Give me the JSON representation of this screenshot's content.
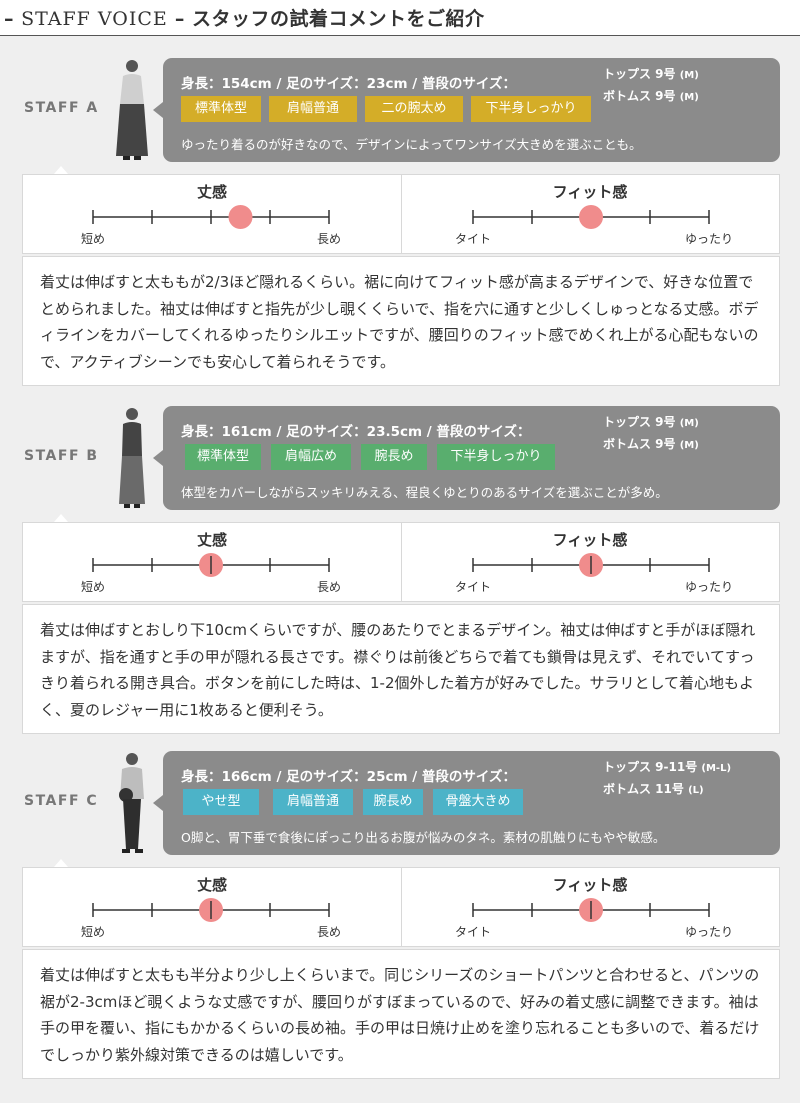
{
  "header": {
    "title_en": "STAFF VOICE",
    "title_ja": "スタッフの試着コメントをご紹介"
  },
  "colors": {
    "bubble": "#8b8b8b",
    "marker": "#f08c8c",
    "tag_a": "#d4ad28",
    "tag_b": "#59ae6e",
    "tag_c": "#4cb3c8"
  },
  "icons": {
    "avatar": "staff-photo-icon"
  },
  "staff": [
    {
      "label": "STAFF A",
      "profile": "身長：154cm / 足のサイズ：23cm / 普段のサイズ：",
      "size_tops": "トップス 9号",
      "size_tops_note": "(M)",
      "size_bottoms": "ボトムス 9号",
      "size_bottoms_note": "(M)",
      "tags": [
        "標準体型",
        "肩幅普通",
        "二の腕太め",
        "下半身しっかり"
      ],
      "note": "ゆったり着るのが好きなので、デザインによってワンサイズ大きめを選ぶことも。",
      "length": {
        "title": "丈感",
        "min_label": "短め",
        "max_label": "長め",
        "value": 0.625
      },
      "fit": {
        "title": "フィット感",
        "min_label": "タイト",
        "max_label": "ゆったり",
        "value": 0.5
      },
      "comment": "着丈は伸ばすと太ももが2/3ほど隠れるくらい。裾に向けてフィット感が高まるデザインで、好きな位置でとめられました。袖丈は伸ばすと指先が少し覗くくらいで、指を穴に通すと少しくしゅっとなる丈感。ボディラインをカバーしてくれるゆったりシルエットですが、腰回りのフィット感でめくれ上がる心配もないので、アクティブシーンでも安心して着られそうです。"
    },
    {
      "label": "STAFF B",
      "profile": "身長：161cm / 足のサイズ：23.5cm / 普段のサイズ：",
      "size_tops": "トップス 9号",
      "size_tops_note": "(M)",
      "size_bottoms": "ボトムス 9号",
      "size_bottoms_note": "(M)",
      "tags": [
        "標準体型",
        "肩幅広め",
        "腕長め",
        "下半身しっかり"
      ],
      "note": "体型をカバーしながらスッキリみえる、程良くゆとりのあるサイズを選ぶことが多め。",
      "length": {
        "title": "丈感",
        "min_label": "短め",
        "max_label": "長め",
        "value": 0.5
      },
      "fit": {
        "title": "フィット感",
        "min_label": "タイト",
        "max_label": "ゆったり",
        "value": 0.5
      },
      "comment": "着丈は伸ばすとおしり下10cmくらいですが、腰のあたりでとまるデザイン。袖丈は伸ばすと手がほぼ隠れますが、指を通すと手の甲が隠れる長さです。襟ぐりは前後どちらで着ても鎖骨は見えず、それでいてすっきり着られる開き具合。ボタンを前にした時は、1-2個外した着方が好みでした。サラリとして着心地もよく、夏のレジャー用に1枚あると便利そう。"
    },
    {
      "label": "STAFF C",
      "profile": "身長：166cm / 足のサイズ：25cm / 普段のサイズ：",
      "size_tops": "トップス 9-11号",
      "size_tops_note": "(M-L)",
      "size_bottoms": "ボトムス 11号",
      "size_bottoms_note": "(L)",
      "tags": [
        "やせ型",
        "肩幅普通",
        "腕長め",
        "骨盤大きめ"
      ],
      "note": "O脚と、胃下垂で食後にぽっこり出るお腹が悩みのタネ。素材の肌触りにもやや敏感。",
      "length": {
        "title": "丈感",
        "min_label": "短め",
        "max_label": "長め",
        "value": 0.5
      },
      "fit": {
        "title": "フィット感",
        "min_label": "タイト",
        "max_label": "ゆったり",
        "value": 0.5
      },
      "comment": "着丈は伸ばすと太もも半分より少し上くらいまで。同じシリーズのショートパンツと合わせると、パンツの裾が2-3cmほど覗くような丈感ですが、腰回りがすぼまっているので、好みの着丈感に調整できます。袖は手の甲を覆い、指にもかかるくらいの長め袖。手の甲は日焼け止めを塗り忘れることも多いので、着るだけでしっかり紫外線対策できるのは嬉しいです。"
    }
  ]
}
